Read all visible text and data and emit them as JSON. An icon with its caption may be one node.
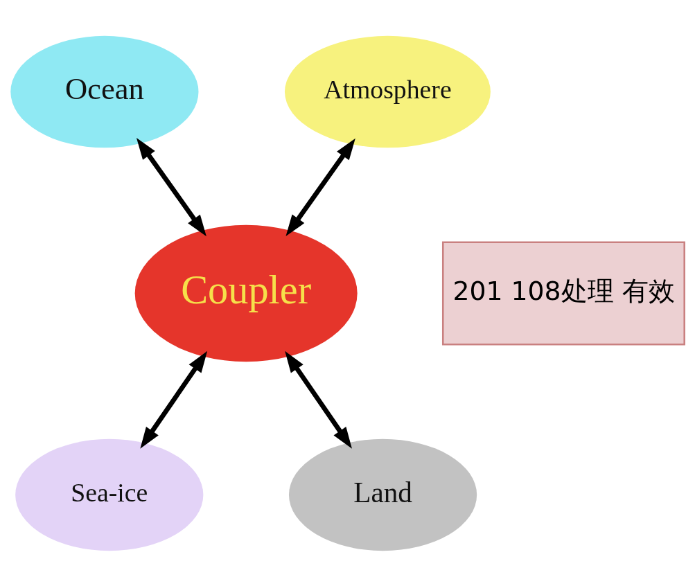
{
  "diagram": {
    "nodes": [
      {
        "text": [
          "Ocean"
        ]
      },
      {
        "text": [
          "Atmosphere"
        ]
      },
      {
        "text": [
          "Coupler"
        ]
      },
      {
        "text": [
          "201 108处理 有效"
        ]
      },
      {
        "text": [
          "Sea-ice"
        ]
      },
      {
        "text": [
          "Land"
        ]
      }
    ],
    "edges": [
      {
        "from": 0,
        "to": 2,
        "arrow": "both"
      },
      {
        "from": 1,
        "to": 2,
        "arrow": "both"
      },
      {
        "from": 2,
        "to": 4,
        "arrow": "both"
      },
      {
        "from": 2,
        "to": 5,
        "arrow": "both"
      }
    ]
  }
}
